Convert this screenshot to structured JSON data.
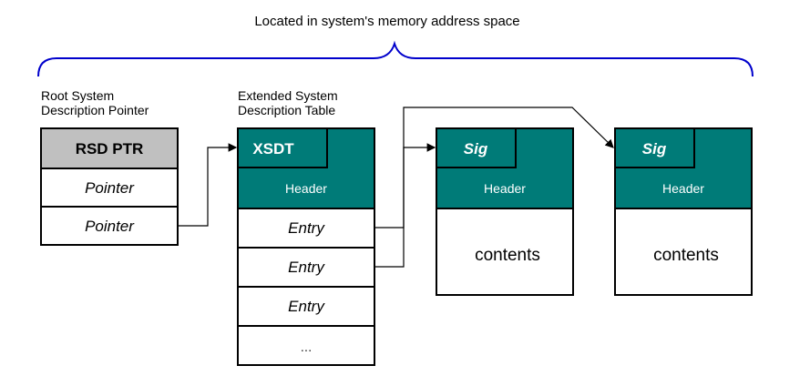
{
  "banner": "Located in system's memory address space",
  "rsdp": {
    "label_line1": "Root System",
    "label_line2": "Description Pointer",
    "title": "RSD PTR",
    "rows": [
      "Pointer",
      "Pointer"
    ]
  },
  "xsdt": {
    "label_line1": "Extended System",
    "label_line2": "Description Table",
    "title": "XSDT",
    "header": "Header",
    "entries": [
      "Entry",
      "Entry",
      "Entry",
      "..."
    ]
  },
  "tables": [
    {
      "sig": "Sig",
      "header": "Header",
      "body": "contents"
    },
    {
      "sig": "Sig",
      "header": "Header",
      "body": "contents"
    }
  ],
  "colors": {
    "teal": "#007b78",
    "gray": "#c0c0c0",
    "brace": "#0000cc"
  }
}
